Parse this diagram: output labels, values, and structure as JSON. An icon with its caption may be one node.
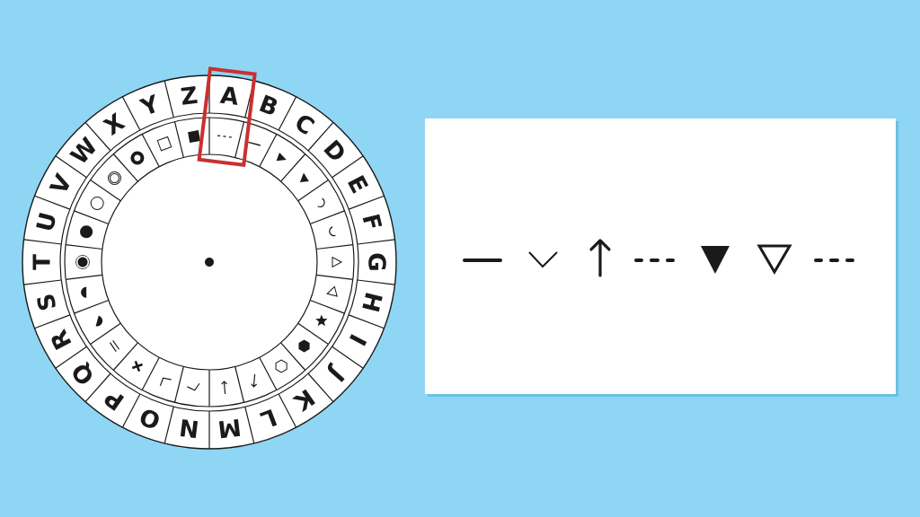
{
  "diagram": {
    "labels": [
      "A",
      "B",
      "C",
      "D",
      "E",
      "F",
      "G",
      "H",
      "I",
      "J",
      "K",
      "L",
      "M",
      "N",
      "O",
      "P",
      "Q",
      "R",
      "S",
      "T",
      "U",
      "V",
      "W",
      "X",
      "Y",
      "Z"
    ]
  }
}
